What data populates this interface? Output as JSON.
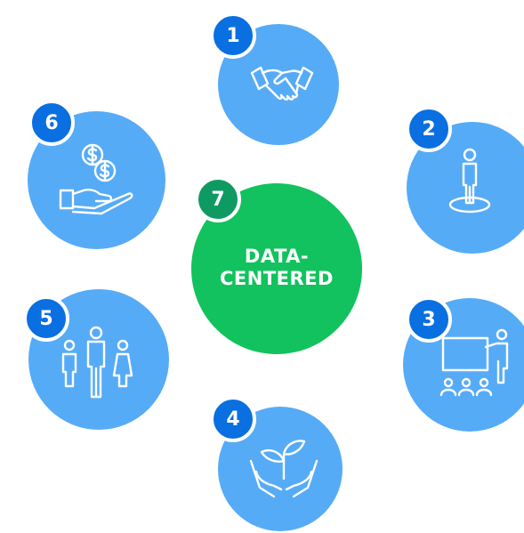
{
  "diagram": {
    "nodes": [
      {
        "number": "1",
        "icon": "handshake-icon"
      },
      {
        "number": "2",
        "icon": "person-on-platform-icon"
      },
      {
        "number": "3",
        "icon": "presentation-board-icon"
      },
      {
        "number": "4",
        "icon": "hands-with-sprout-icon"
      },
      {
        "number": "5",
        "icon": "group-of-people-icon"
      },
      {
        "number": "6",
        "icon": "hand-with-coins-icon"
      }
    ],
    "center": {
      "number": "7",
      "label_line1": "DATA-",
      "label_line2": "CENTERED"
    }
  },
  "colors": {
    "outer_circle": "#56abf7",
    "outer_badge": "#0a6fe0",
    "center_circle": "#12c25e",
    "center_badge": "#0f9a63"
  }
}
